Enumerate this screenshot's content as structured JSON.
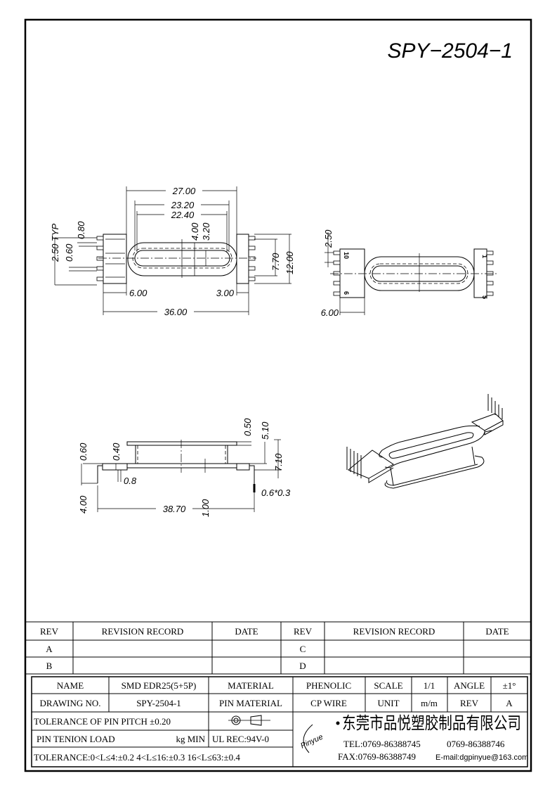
{
  "drawing_title": "SPY−2504−1",
  "top_view": {
    "dims": [
      "27.00",
      "23.20",
      "22.40",
      "4.00",
      "3.20",
      "2.50 TYP",
      "0.60",
      "0.80",
      "7.70",
      "12.00",
      "6.00",
      "3.00",
      "36.00"
    ]
  },
  "pin_view": {
    "dims": [
      "2.50",
      "6.00"
    ],
    "pin_labels": [
      "10",
      "6",
      "1",
      "5"
    ]
  },
  "side_view": {
    "dims": [
      "0.60",
      "0.40",
      "0.50",
      "5.10",
      "7.10",
      "0.8",
      "1.00",
      "0.6*0.3",
      "4.00",
      "38.70"
    ]
  },
  "revision_table": {
    "headers": [
      "REV",
      "REVISION RECORD",
      "DATE",
      "REV",
      "REVISION RECORD",
      "DATE"
    ],
    "rows": [
      [
        "A",
        "",
        "",
        "C",
        "",
        ""
      ],
      [
        "B",
        "",
        "",
        "D",
        "",
        ""
      ]
    ]
  },
  "title_block": {
    "name_label": "NAME",
    "name_value": "SMD EDR25(5+5P)",
    "material_label": "MATERIAL",
    "material_value": "PHENOLIC",
    "scale_label": "SCALE",
    "scale_value": "1/1",
    "angle_label": "ANGLE",
    "angle_value": "±1°",
    "drawing_no_label": "DRAWING NO.",
    "drawing_no_value": "SPY-2504-1",
    "pin_material_label": "PIN MATERIAL",
    "pin_material_value": "CP WIRE",
    "unit_label": "UNIT",
    "unit_value": "m/m",
    "rev_label": "REV",
    "rev_value": "A",
    "pin_pitch_tolerance": "TOLERANCE OF PIN PITCH ±0.20",
    "pin_tension_label": "PIN TENION LOAD",
    "pin_tension_unit": "kg MIN",
    "ul_rec": "UL REC:94V-0",
    "tolerance": "TOLERANCE:0<L≤4:±0.2  4<L≤16:±0.3  16<L≤63:±0.4",
    "logo_text": "Pinyue",
    "company_name": "东莞市品悦塑胶制品有限公司",
    "tel": "TEL:0769-86388745",
    "tel2": "0769-86388746",
    "fax": "FAX:0769-86388749",
    "email": "E-mail:dgpinyue@163.com"
  }
}
